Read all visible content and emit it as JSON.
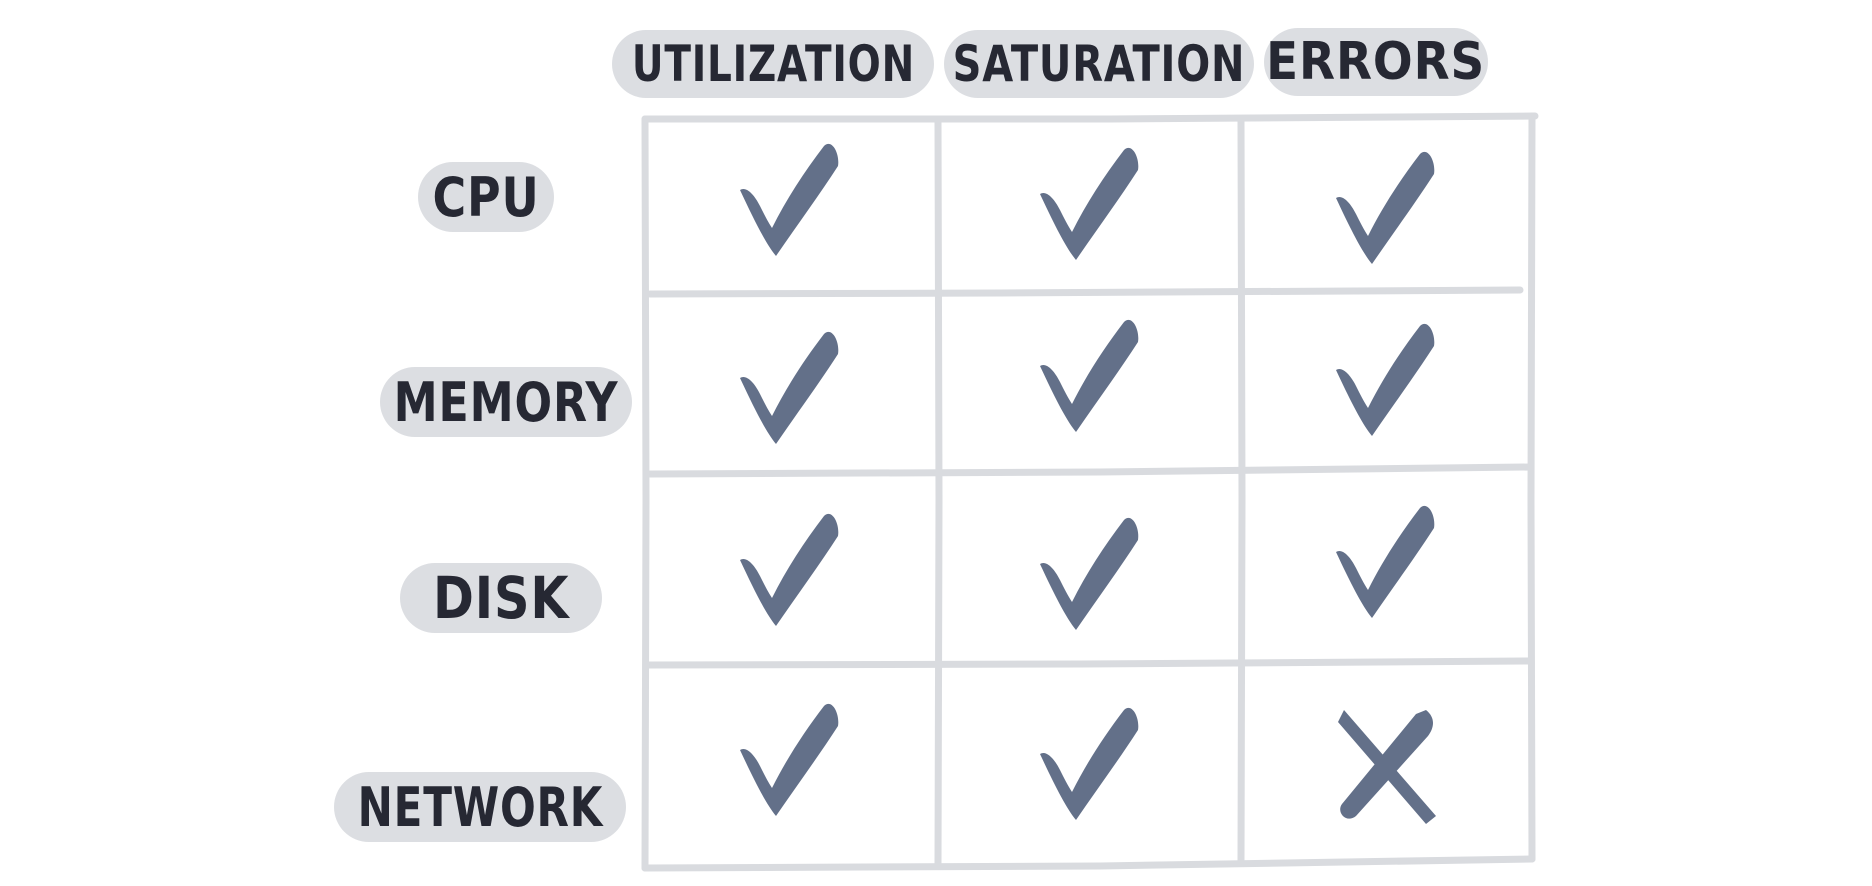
{
  "columns": [
    {
      "key": "utilization",
      "label": "UTILIZATION"
    },
    {
      "key": "saturation",
      "label": "SATURATION"
    },
    {
      "key": "errors",
      "label": "ERRORS"
    }
  ],
  "rows": [
    {
      "key": "cpu",
      "label": "CPU",
      "cells": [
        "check",
        "check",
        "check"
      ]
    },
    {
      "key": "memory",
      "label": "MEMORY",
      "cells": [
        "check",
        "check",
        "check"
      ]
    },
    {
      "key": "disk",
      "label": "DISK",
      "cells": [
        "check",
        "check",
        "check"
      ]
    },
    {
      "key": "network",
      "label": "NETWORK",
      "cells": [
        "check",
        "check",
        "cross"
      ]
    }
  ],
  "colors": {
    "mark": "#637089",
    "pill": "#dcdee2",
    "text": "#262833",
    "grid": "#d9dbdf"
  }
}
